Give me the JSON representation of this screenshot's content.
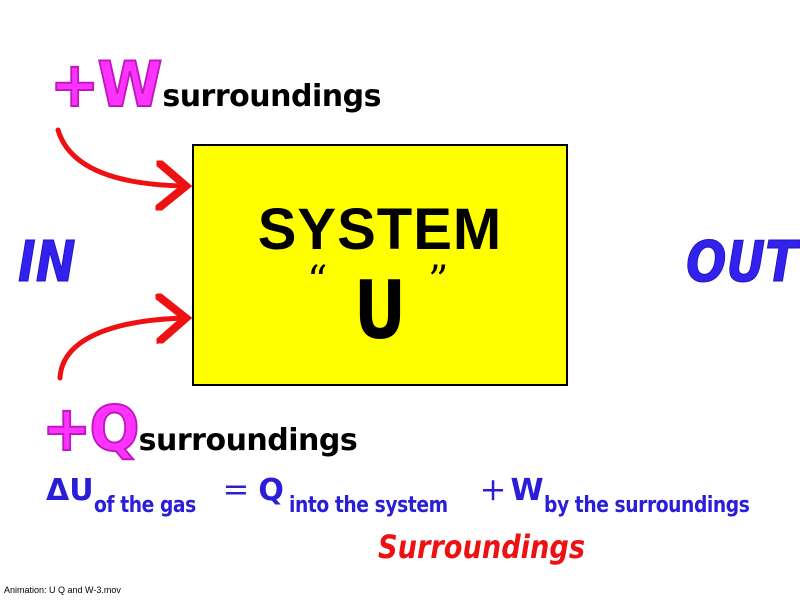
{
  "work_label": {
    "sign": "+W",
    "subscript": "surroundings"
  },
  "heat_label": {
    "sign": "+Q",
    "subscript": "surroundings"
  },
  "system": {
    "title": "SYSTEM",
    "open_quote": "“",
    "symbol": "U",
    "close_quote": "”"
  },
  "in_label": "IN",
  "out_label": "OUT",
  "equation": {
    "lhs_symbol": "ΔU",
    "lhs_subscript": "of the gas",
    "equals": "=",
    "q_symbol": "Q",
    "q_subscript": "into the system",
    "plus": "+",
    "w_symbol": "W",
    "w_subscript": "by the surroundings"
  },
  "surroundings_label": "Surroundings",
  "footnote": "Animation: U Q and W-3.mov",
  "colors": {
    "magenta": "#ff33ff",
    "blue": "#2a1ed8",
    "red": "#ee1111",
    "yellow": "#ffff00",
    "arrow": "#ee1111"
  }
}
